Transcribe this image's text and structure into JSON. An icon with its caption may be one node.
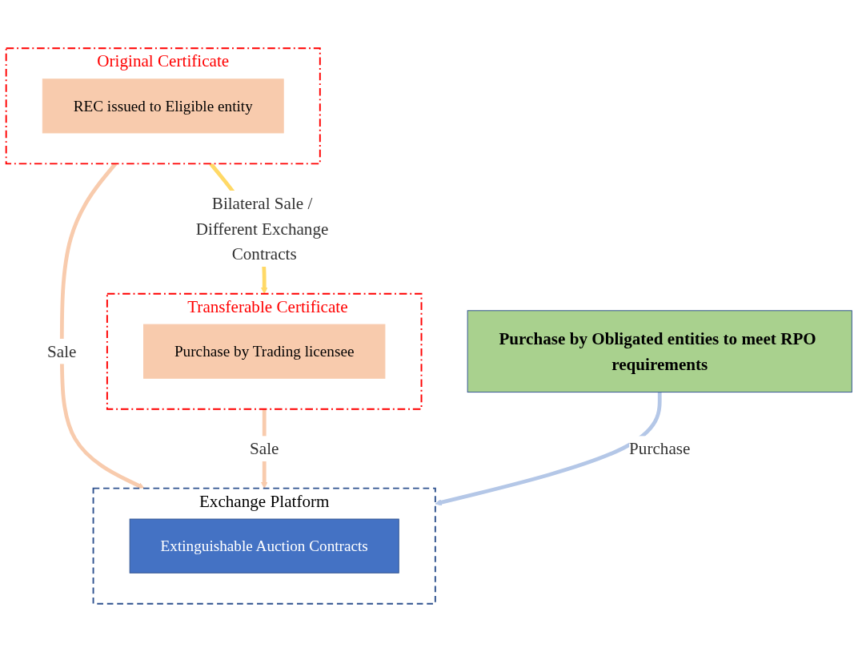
{
  "diagram": {
    "nodes": [
      {
        "text": [
          "Original Certificate"
        ]
      },
      {
        "text": [
          "REC issued to Eligible entity"
        ],
        "in": 0
      },
      {
        "text": [
          "Transferable Certificate"
        ]
      },
      {
        "text": [
          "Purchase by Trading licensee"
        ],
        "in": 2
      },
      {
        "text": [
          "Exchange Platform"
        ]
      },
      {
        "text": [
          "Extinguishable Auction Contracts"
        ],
        "in": 4
      },
      {
        "text": [
          "Purchase by Obligated entities to meet RPO requirements"
        ]
      }
    ],
    "edges": [
      {
        "from": 0,
        "to": 2,
        "arrow": "to",
        "label": "Bilateral Sale / Different Exchange Contracts",
        "color": "#ffd966"
      },
      {
        "from": 0,
        "to": 4,
        "arrow": "to",
        "label": "Sale",
        "color": "#f8cbad"
      },
      {
        "from": 2,
        "to": 4,
        "arrow": "to",
        "label": "Sale",
        "color": "#f8cbad"
      },
      {
        "from": 6,
        "to": 4,
        "arrow": "to",
        "label": "Purchase",
        "color": "#b4c7e7"
      }
    ]
  }
}
